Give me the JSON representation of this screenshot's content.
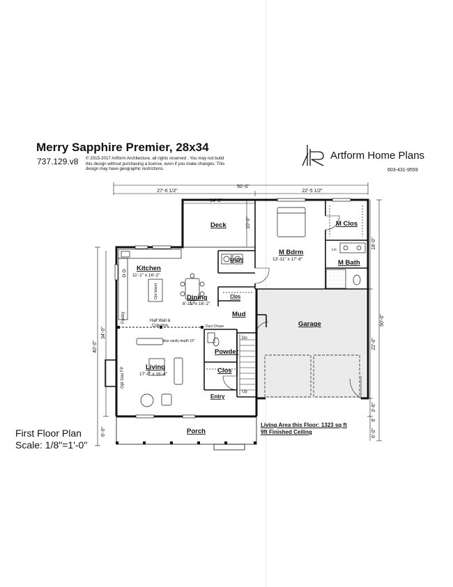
{
  "header": {
    "title": "Merry Sapphire Premier, 28x34",
    "plan_number": "737.129.v8",
    "copyright": "© 2015-2017 Artform Architecture, all rights reserved . You may not build this design without purchasing a license, even if you make changes. This design may have geographic restrictions.",
    "brand": "Artform Home Plans",
    "phone": "603-431-9559"
  },
  "dimensions": {
    "overall_width": "50'-0\"",
    "left_width": "27'-6 1/2\"",
    "right_width": "22'-5 1/2\"",
    "deck_width": "14'-0\"",
    "deck_depth": "10'-0\"",
    "overall_left": "40'-0\"",
    "left_34": "34'-0\"",
    "left_porch": "6'-0\"",
    "right_18": "18'-0\"",
    "right_50": "50'-0\"",
    "right_22": "22'-0\"",
    "right_36": "3'-6\"",
    "right_6a": "6'-0\"",
    "right_6b": "6'"
  },
  "rooms": {
    "deck": "Deck",
    "kitchen": "Kitchen",
    "kitchen_dim": "11'-1\" x 16'-2\"",
    "dining": "Dining",
    "dining_dim": "8'-11\" x 16'-2\"",
    "living": "Living",
    "living_dim": "17'-0\" x 16'-4\"",
    "mbdrm": "M Bdrm",
    "mbdrm_dim": "13'-11\" x 17'-6\"",
    "mclos": "M Clos",
    "mbath": "M Bath",
    "garage": "Garage",
    "mud": "Mud",
    "powder": "Powder",
    "clos1": "Clos",
    "clos2": "Clos",
    "lndry": "Lndry",
    "entry": "Entry",
    "porch": "Porch"
  },
  "notes": {
    "half_wall": "Half Wall &",
    "columns": "Columns",
    "pantry": "Pantry",
    "dn": "Dn",
    "up": "Up",
    "duct_chase": "Duct Chase",
    "vanity": "Max vanity depth 16\"",
    "gas_fp": "Opt Gas FP",
    "lin": "Lin",
    "island": "Opt Island"
  },
  "footer": {
    "plan_label": "First Floor Plan",
    "scale": "Scale: 1/8\"=1'-0\"",
    "living_area": "Living Area this Floor: 1323 sq ft",
    "ceiling": "9ft Finished Ceiling"
  }
}
